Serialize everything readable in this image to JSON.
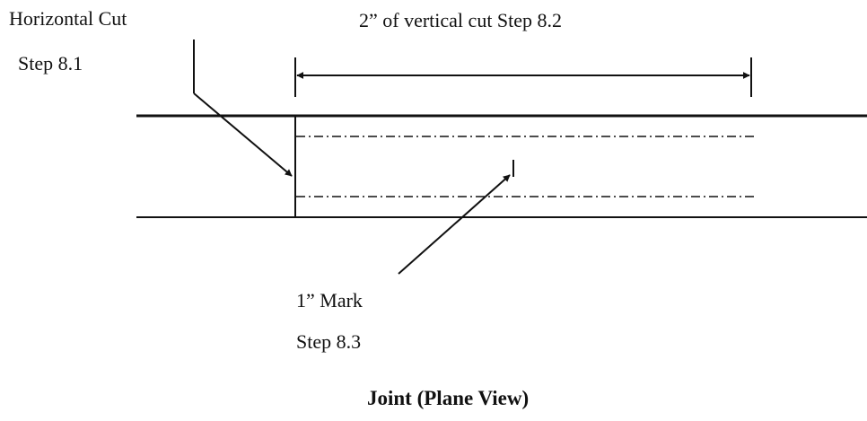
{
  "labels": {
    "horizontal_cut": "Horizontal Cut",
    "step_8_1": "Step 8.1",
    "vertical_cut": "2” of vertical cut  Step 8.2",
    "mark_1in": "1” Mark",
    "step_8_3": "Step 8.3",
    "caption": "Joint (Plane View)"
  },
  "colors": {
    "ink": "#111111",
    "background": "#ffffff"
  }
}
